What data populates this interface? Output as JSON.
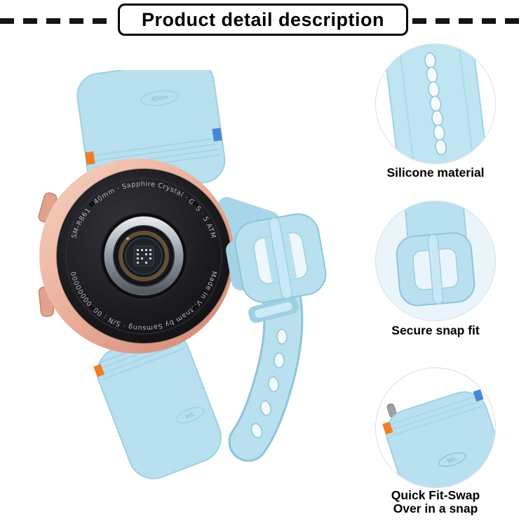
{
  "header": {
    "title": "Product detail description"
  },
  "watch": {
    "ring_text_top": "SM-R861 · 40mm · Sapphire Crystal · GPS · 5 ATM",
    "ring_text_bottom": "Made in Vietnam by Samsung · S/N : 00000000000",
    "strap_stamp_top": "40mm",
    "strap_stamp_bottom": "M/L"
  },
  "callouts": [
    {
      "label": "Silicone material"
    },
    {
      "label": "Secure snap fit"
    },
    {
      "label": "Quick Fit-Swap",
      "label2": "Over in a snap",
      "stamp": "M/L"
    }
  ],
  "colors": {
    "strap_blue": "#b9e0ef",
    "strap_blue_dark": "#8fc3d9",
    "case_rose_gold": "#e8ab97",
    "accent_orange": "#ee7f2a",
    "accent_blue": "#4a86d8"
  }
}
